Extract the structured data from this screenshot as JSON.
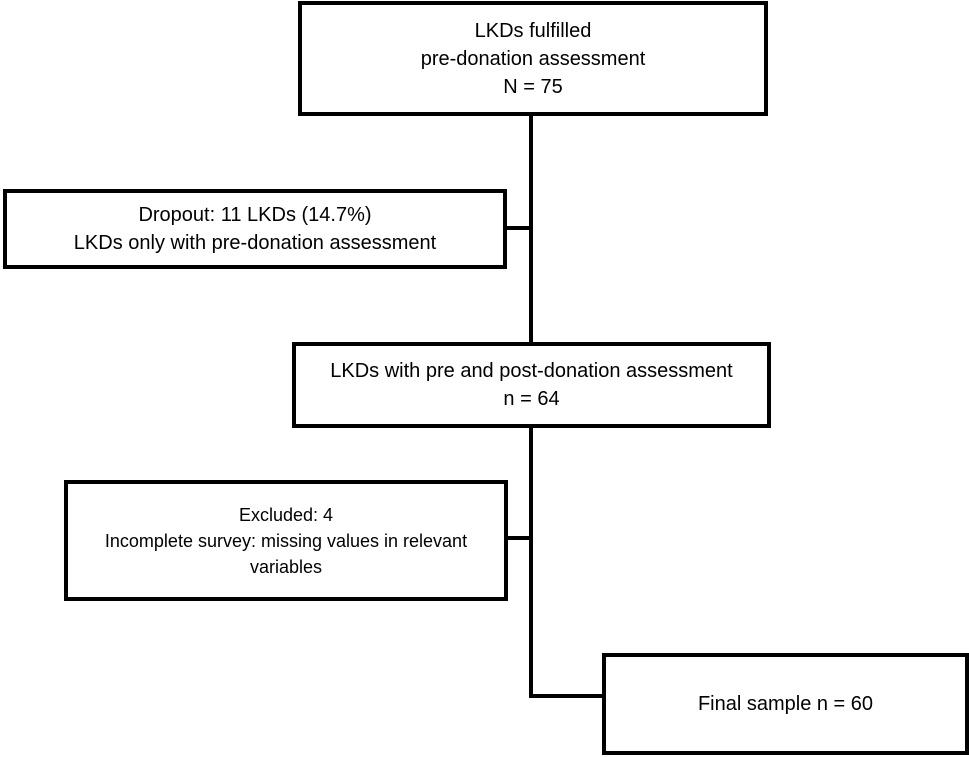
{
  "flowchart": {
    "initial": {
      "line1": "LKDs fulfilled",
      "line2": "pre-donation assessment",
      "line3": "N = 75"
    },
    "dropout": {
      "line1": "Dropout: 11 LKDs (14.7%)",
      "line2": "LKDs only with pre-donation assessment"
    },
    "followup": {
      "line1": "LKDs with pre and post-donation assessment",
      "line2": "n = 64"
    },
    "excluded": {
      "line1": "Excluded: 4",
      "line2": "Incomplete survey: missing values in relevant",
      "line3": "variables"
    },
    "final": {
      "line1": "Final sample n = 60"
    }
  }
}
